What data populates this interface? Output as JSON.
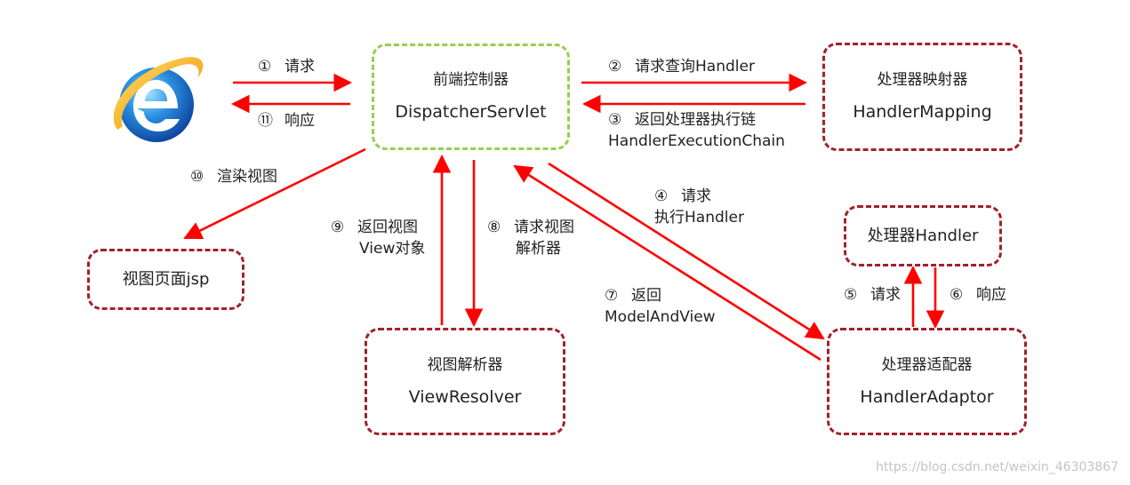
{
  "nodes": {
    "dispatcher": {
      "cn": "前端控制器",
      "en": "DispatcherServlet"
    },
    "handler_mapping": {
      "cn": "处理器映射器",
      "en": "HandlerMapping"
    },
    "handler": {
      "cn": "处理器Handler"
    },
    "handler_adaptor": {
      "cn": "处理器适配器",
      "en": "HandlerAdaptor"
    },
    "view_resolver": {
      "cn": "视图解析器",
      "en": "ViewResolver"
    },
    "view_page": {
      "cn": "视图页面jsp"
    }
  },
  "steps": [
    {
      "num": "①",
      "line1": "请求"
    },
    {
      "num": "②",
      "line1": "请求查询Handler"
    },
    {
      "num": "③",
      "line1": "返回处理器执行链",
      "line2": "HandlerExecutionChain"
    },
    {
      "num": "④",
      "line1": "请求",
      "line2": "执行Handler"
    },
    {
      "num": "⑤",
      "line1": "请求"
    },
    {
      "num": "⑥",
      "line1": "响应"
    },
    {
      "num": "⑦",
      "line1": "返回",
      "line2": "ModelAndView"
    },
    {
      "num": "⑧",
      "line1": "请求视图",
      "line2": "解析器"
    },
    {
      "num": "⑨",
      "line1": "返回视图",
      "line2": "View对象"
    },
    {
      "num": "⑩",
      "line1": "渲染视图"
    },
    {
      "num": "⑪",
      "line1": "响应"
    }
  ],
  "browser_icon": "internet-explorer-icon",
  "colors": {
    "arrow": "#ff0000",
    "box_border": "#a3212a",
    "dispatcher_border": "#92d050"
  },
  "watermark": "https://blog.csdn.net/weixin_46303867"
}
